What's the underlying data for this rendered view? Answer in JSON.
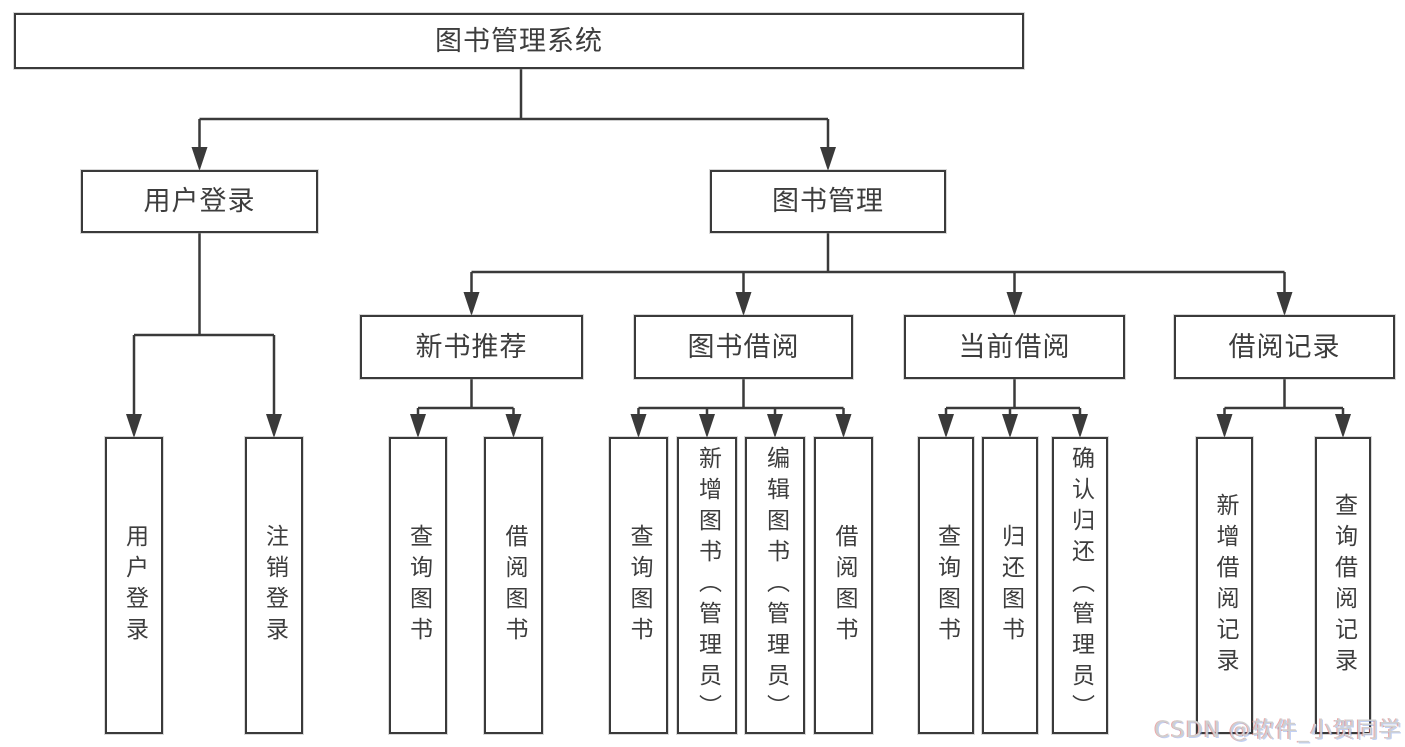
{
  "tree": {
    "root": {
      "label": "图书管理系统"
    },
    "children": [
      {
        "label": "用户登录",
        "children": [
          {
            "label": "用户登录"
          },
          {
            "label": "注销登录"
          }
        ]
      },
      {
        "label": "图书管理",
        "children": [
          {
            "label": "新书推荐",
            "children": [
              {
                "label": "查询图书"
              },
              {
                "label": "借阅图书"
              }
            ]
          },
          {
            "label": "图书借阅",
            "children": [
              {
                "label": "查询图书"
              },
              {
                "label": "新增图书（管理员）"
              },
              {
                "label": "编辑图书（管理员）"
              },
              {
                "label": "借阅图书"
              }
            ]
          },
          {
            "label": "当前借阅",
            "children": [
              {
                "label": "查询图书"
              },
              {
                "label": "归还图书"
              },
              {
                "label": "确认归还（管理员）"
              }
            ]
          },
          {
            "label": "借阅记录",
            "children": [
              {
                "label": "新增借阅记录"
              },
              {
                "label": "查询借阅记录"
              }
            ]
          }
        ]
      }
    ]
  },
  "watermark": {
    "text": "CSDN @软件_小贺同学"
  },
  "colors": {
    "line": "#3a3a3a",
    "text": "#3d3d3d",
    "box_fill": "#ffffff",
    "watermark": "#cfcfcf"
  }
}
